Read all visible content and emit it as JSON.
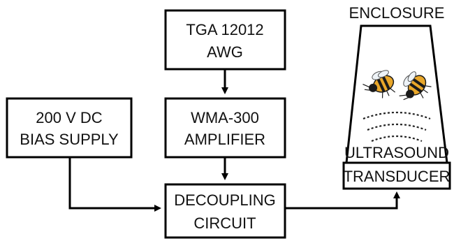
{
  "blocks": {
    "awg": {
      "line1": "TGA 12012",
      "line2": "AWG"
    },
    "amplifier": {
      "line1": "WMA-300",
      "line2": "AMPLIFIER"
    },
    "bias": {
      "line1": "200 V DC",
      "line2": "BIAS SUPPLY"
    },
    "decoupling": {
      "line1": "DECOUPLING",
      "line2": "CIRCUIT"
    }
  },
  "enclosure": {
    "title": "ENCLOSURE",
    "ultrasound_label": "ULTRASOUND",
    "transducer_label": "TRANSDUCER"
  },
  "icons": [
    "bee-icon",
    "bee-icon",
    "ultrasound-waves-icon",
    "arrow-icon"
  ],
  "colors": {
    "line": "#000000",
    "text": "#111111",
    "bee_body": "#e9a72a",
    "bee_stripe": "#1a1a1a"
  }
}
